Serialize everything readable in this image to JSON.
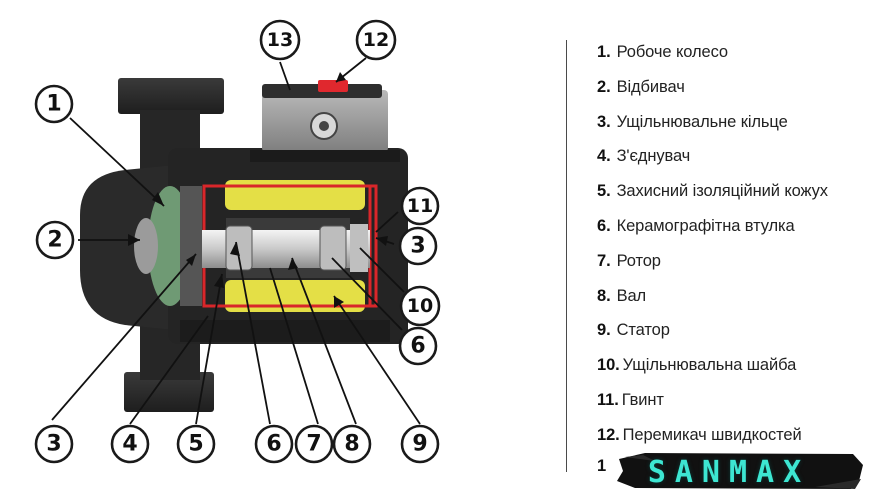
{
  "callouts": [
    "1",
    "2",
    "3",
    "4",
    "5",
    "6",
    "7",
    "8",
    "9",
    "10",
    "11",
    "12",
    "13"
  ],
  "legend": [
    {
      "num": "1.",
      "label": "Робоче колесо"
    },
    {
      "num": "2.",
      "label": "Відбивач"
    },
    {
      "num": "3.",
      "label": "Ущільнювальне кільце"
    },
    {
      "num": "4.",
      "label": "З'єднувач"
    },
    {
      "num": "5.",
      "label": "Захисний ізоляційний кожух"
    },
    {
      "num": "6.",
      "label": "Керамографітна втулка"
    },
    {
      "num": "7.",
      "label": "Ротор"
    },
    {
      "num": "8.",
      "label": "Вал"
    },
    {
      "num": "9.",
      "label": "Статор"
    },
    {
      "num": "10.",
      "label": "Ущільнювальна шайба"
    },
    {
      "num": "11.",
      "label": "Гвинт"
    },
    {
      "num": "12.",
      "label": "Перемикач швидкостей"
    }
  ],
  "last_item_num": "1",
  "logo_text": "SANMAX",
  "colors": {
    "housing": "#2b2b2b",
    "stator_yellow": "#e6e14a",
    "sleeve_red": "#d9262a",
    "impeller_green": "#6f9a74",
    "switch_red": "#e0282e",
    "logo": "#3de6d2"
  }
}
